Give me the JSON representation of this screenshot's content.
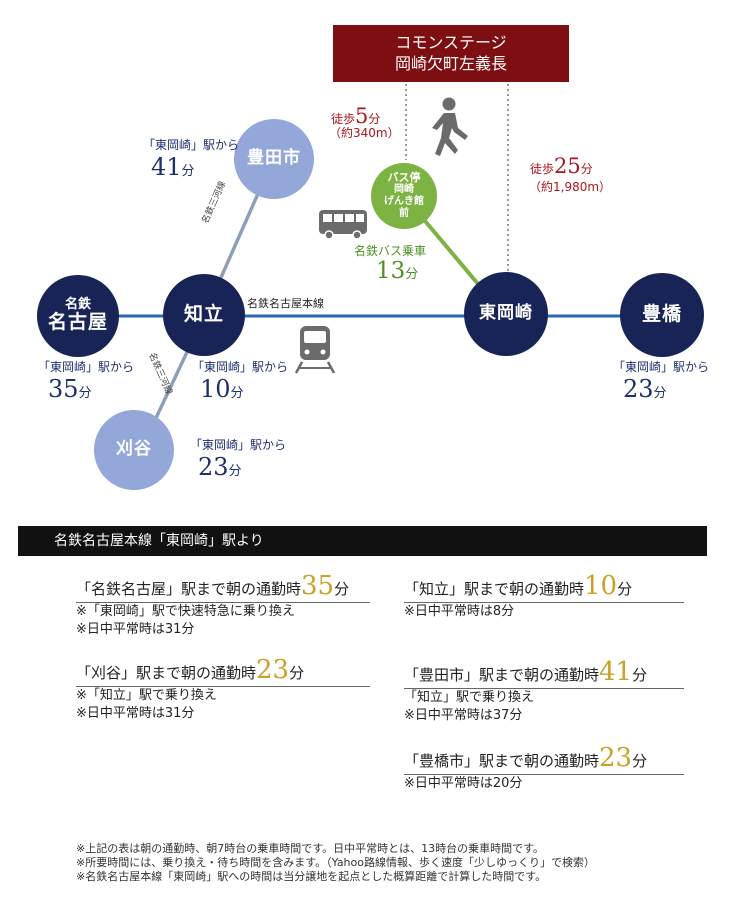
{
  "destination": {
    "line1": "コモンステージ",
    "line2": "岡崎欠町左義長"
  },
  "walk_bus": {
    "prefix": "徒歩",
    "value": "5",
    "unit": "分",
    "distance": "（約340m）"
  },
  "walk_station": {
    "prefix": "徒歩",
    "value": "25",
    "unit": "分",
    "distance": "（約1,980m）"
  },
  "bus": {
    "stop_lines": [
      "バス停",
      "岡崎",
      "げんき館",
      "前"
    ],
    "label": "名鉄バス乗車",
    "value": "13",
    "unit": "分"
  },
  "stations": {
    "meitetsu_nagoya": {
      "line1": "名鉄",
      "line2": "名古屋"
    },
    "chiryu": "知立",
    "higashi_okazaki": "東岡崎",
    "toyohashi": "豊橋",
    "toyotashi": "豊田市",
    "kariya": "刈谷"
  },
  "lines": {
    "main": "名鉄名古屋本線",
    "mikawa_upper": "名鉄三河線",
    "mikawa_lower": "名鉄三河線"
  },
  "from_label": "「東岡崎」駅から",
  "minute_unit": "分",
  "times": {
    "toyotashi": "41",
    "meitetsu_nagoya": "35",
    "chiryu": "10",
    "kariya": "23",
    "toyohashi": "23"
  },
  "section_title": "名鉄名古屋本線「東岡崎」駅より",
  "commute": [
    {
      "title": "「名鉄名古屋」駅まで朝の通勤時",
      "value": "35",
      "unit": "分",
      "notes": [
        "※「東岡崎」駅で快速特急に乗り換え",
        "※日中平常時は31分"
      ]
    },
    {
      "title": "「知立」駅まで朝の通勤時",
      "value": "10",
      "unit": "分",
      "notes": [
        "※日中平常時は8分"
      ]
    },
    {
      "title": "「刈谷」駅まで朝の通勤時",
      "value": "23",
      "unit": "分",
      "notes": [
        "※「知立」駅で乗り換え",
        "※日中平常時は31分"
      ]
    },
    {
      "title": "「豊田市」駅まで朝の通勤時",
      "value": "41",
      "unit": "分",
      "notes": [
        "「知立」駅で乗り換え",
        "※日中平常時は37分"
      ]
    },
    {
      "title": "「豊橋市」駅まで朝の通勤時",
      "value": "23",
      "unit": "分",
      "notes": [
        "※日中平常時は20分"
      ]
    }
  ],
  "footnotes": [
    "※上記の表は朝の通勤時、朝7時台の乗車時間です。日中平常時とは、13時台の乗車時間です。",
    "※所要時間には、乗り換え・待ち時間を含みます。（Yahoo路線情報、歩く速度「少しゆっくり」で検索）",
    "※名鉄名古屋本線「東岡崎」駅への時間は当分譲地を起点とした概算距離で計算した時間です。"
  ],
  "colors": {
    "navy": "#182456",
    "light_blue": "#93a8d8",
    "line_blue": "#2a67b8",
    "maroon": "#7d0f13",
    "green": "#7cb342",
    "gold": "#c9a227",
    "walk_red": "#a8171c"
  },
  "icons": [
    "walking-person-icon",
    "bus-icon",
    "train-icon"
  ]
}
